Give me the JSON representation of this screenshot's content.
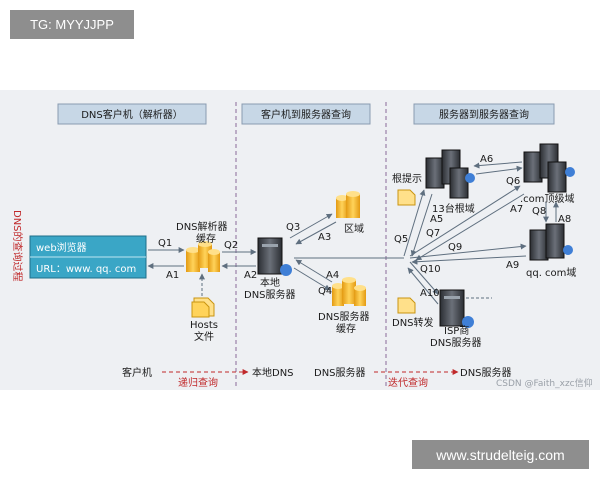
{
  "top_tag": "TG: MYYJJPP",
  "watermark": "www.strudelteig.com",
  "sections": {
    "client": "DNS客户机（解析器）",
    "client_server": "客户机到服务器查询",
    "server_server": "服务器到服务器查询"
  },
  "side_title": "DNS的查询过程",
  "browser": {
    "title": "web浏览器",
    "url": "URL：www. qq. com"
  },
  "nodes": {
    "resolver_cache": "DNS解析器\n缓存",
    "hosts": "Hosts\n文件",
    "local_dns": "本地\nDNS服务器",
    "zone": "区域",
    "dns_cache": "DNS服务器\n缓存",
    "root_hint": "根提示",
    "root_domain": "13台根域",
    "com_domain": ".com顶级域",
    "qq_domain": "qq. com域",
    "isp_dns": "ISP商\nDNS服务器",
    "forward": "DNS转发"
  },
  "queries": [
    "Q1",
    "A1",
    "Q2",
    "A2",
    "Q3",
    "A3",
    "Q4",
    "A4",
    "Q5",
    "A5",
    "Q6",
    "A6",
    "Q7",
    "A7",
    "Q8",
    "A8",
    "Q9",
    "A9",
    "Q10",
    "A10"
  ],
  "footer": {
    "client": "客户机",
    "recursive": "递归查询",
    "local_dns": "本地DNS",
    "dns_server": "DNS服务器",
    "iterative": "迭代查询",
    "dns_server2": "DNS服务器"
  },
  "credit": "CSDN @Faith_xzc信仰",
  "colors": {
    "arrow": "#5f6f7f",
    "header": "#c7d7e6",
    "browser": "#3aa6c6",
    "recursive": "#c0282a",
    "cylinder": "#f2b01c"
  }
}
